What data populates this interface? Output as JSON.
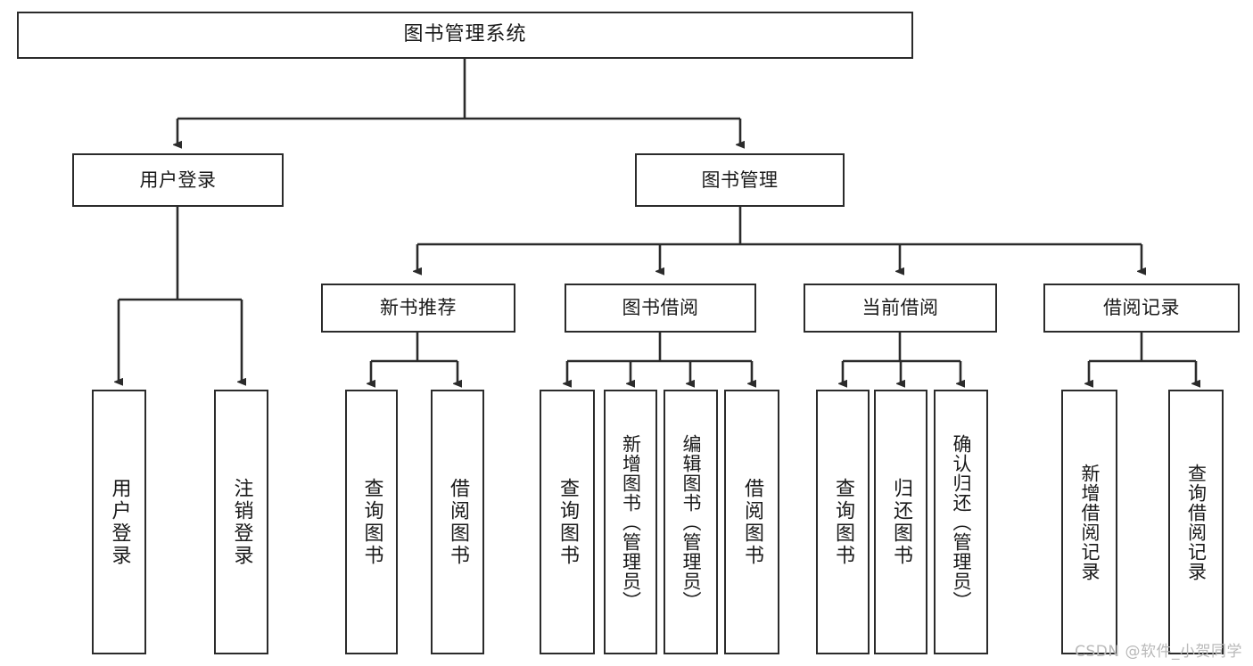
{
  "diagram": {
    "title": "图书管理系统",
    "type": "tree-hierarchy-chart",
    "colors": {
      "stroke": "#2b2b2b",
      "fill": "#ffffff",
      "text": "#1a1a1a",
      "watermark": "#b9b9b9"
    },
    "root": {
      "label": "图书管理系统"
    },
    "level1": [
      {
        "label": "用户登录"
      },
      {
        "label": "图书管理"
      }
    ],
    "level2": [
      {
        "label": "新书推荐"
      },
      {
        "label": "图书借阅"
      },
      {
        "label": "当前借阅"
      },
      {
        "label": "借阅记录"
      }
    ],
    "leaves": {
      "user_login": [
        {
          "label": "用户登录"
        },
        {
          "label": "注销登录"
        }
      ],
      "new_book_recommend": [
        {
          "label": "查询图书"
        },
        {
          "label": "借阅图书"
        }
      ],
      "book_borrow": [
        {
          "label": "查询图书"
        },
        {
          "label": "新增图书（管理员）"
        },
        {
          "label": "编辑图书（管理员）"
        },
        {
          "label": "借阅图书"
        }
      ],
      "current_borrow": [
        {
          "label": "查询图书"
        },
        {
          "label": "归还图书"
        },
        {
          "label": "确认归还（管理员）"
        }
      ],
      "borrow_record": [
        {
          "label": "新增借阅记录"
        },
        {
          "label": "查询借阅记录"
        }
      ]
    }
  },
  "watermark": {
    "text": "CSDN @软件_小贺同学"
  }
}
